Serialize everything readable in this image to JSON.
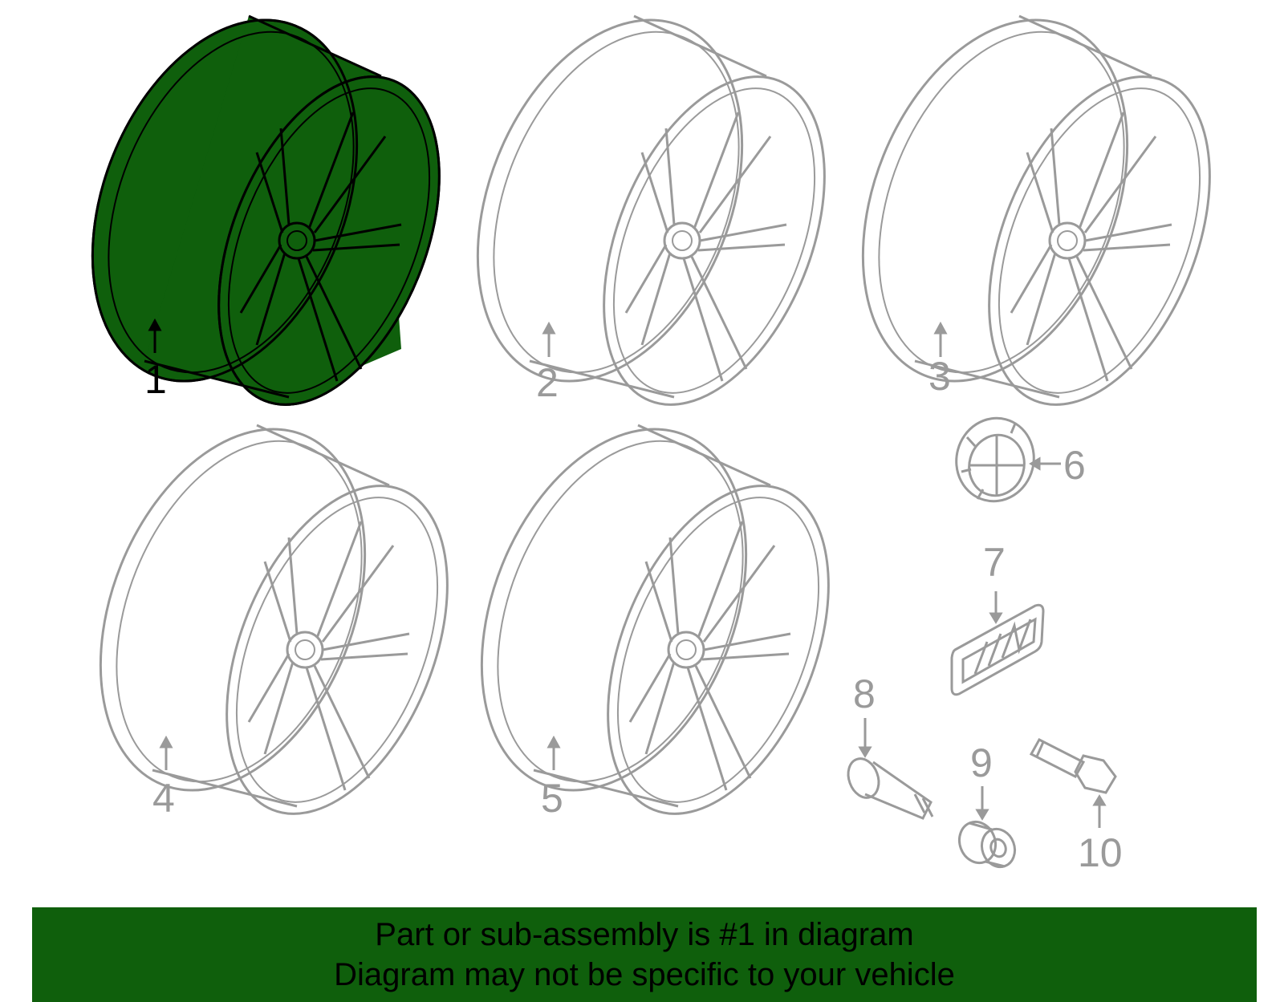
{
  "colors": {
    "highlight_fill": "#0f5f0c",
    "outline_gray": "#9a9a9a",
    "banner_bg": "#0f5f0c"
  },
  "callouts": [
    "1",
    "2",
    "3",
    "4",
    "5",
    "6",
    "7",
    "8",
    "9",
    "10"
  ],
  "selected_part": "1",
  "banner": {
    "line1": "Part or sub-assembly is #1 in diagram",
    "line2": "Diagram may not be specific to your vehicle"
  }
}
